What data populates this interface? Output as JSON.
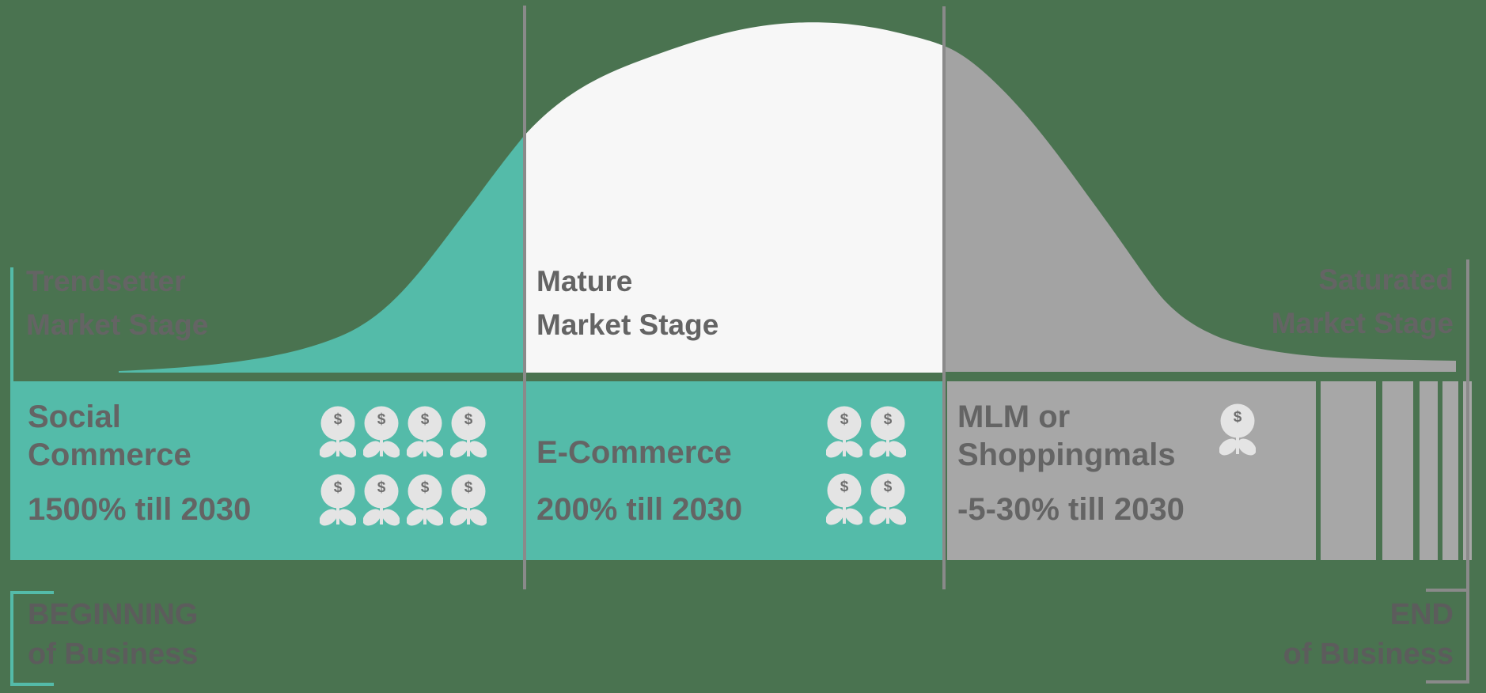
{
  "diagram_title": "Market lifecycle bell curve",
  "colors": {
    "background": "#4A7350",
    "teal": "#54BBA9",
    "dome_white": "#F7F7F7",
    "gray_curve": "#A3A3A3",
    "gray_band": "#A7A7A7",
    "divider_line": "#8A8A8A",
    "label_text": "#646464",
    "endpoint_text": "#5C5C5C",
    "flower_fill": "#E4E4E4",
    "dollar_sign": "#6F6F6F"
  },
  "stages": [
    {
      "id": "trendsetter",
      "label": "Trendsetter\nMarket Stage"
    },
    {
      "id": "mature",
      "label": "Mature\nMarket Stage"
    },
    {
      "id": "saturated",
      "label": "Saturated\nMarket Stage"
    }
  ],
  "cells": [
    {
      "id": "social-commerce",
      "title": "Social\nCommerce",
      "growth": "1500% till 2030",
      "flower_count": 8
    },
    {
      "id": "e-commerce",
      "title": "E-Commerce",
      "growth": "200% till 2030",
      "flower_count": 4
    },
    {
      "id": "mlm",
      "title": "MLM or\nShoppingmals",
      "growth": "-5-30% till 2030",
      "flower_count": 1
    }
  ],
  "decay_bar_count": 5,
  "timeline": {
    "beginning": "BEGINNING\nof Business",
    "end": "END\nof Business"
  },
  "icons": {
    "flower": "dollar-flower-icon",
    "dollar_glyph": "$"
  }
}
